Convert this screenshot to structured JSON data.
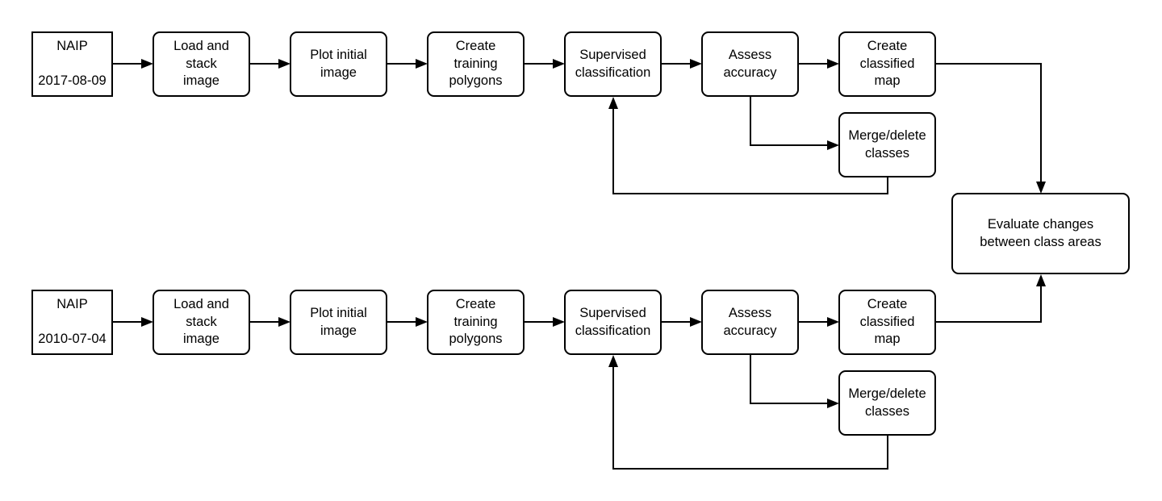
{
  "rows": [
    {
      "source": {
        "line1": "NAIP",
        "line2": "2017-08-09"
      },
      "load": "Load and\nstack\nimage",
      "plot": "Plot initial\nimage",
      "training": "Create\ntraining\npolygons",
      "supervised": "Supervised\nclassification",
      "assess": "Assess\naccuracy",
      "map": "Create\nclassified\nmap",
      "merge": "Merge/delete\nclasses"
    },
    {
      "source": {
        "line1": "NAIP",
        "line2": "2010-07-04"
      },
      "load": "Load and\nstack\nimage",
      "plot": "Plot initial\nimage",
      "training": "Create\ntraining\npolygons",
      "supervised": "Supervised\nclassification",
      "assess": "Assess\naccuracy",
      "map": "Create\nclassified\nmap",
      "merge": "Merge/delete\nclasses"
    }
  ],
  "evaluate": "Evaluate changes\nbetween class areas",
  "colors": {
    "stroke": "#000000",
    "fill": "#ffffff"
  }
}
